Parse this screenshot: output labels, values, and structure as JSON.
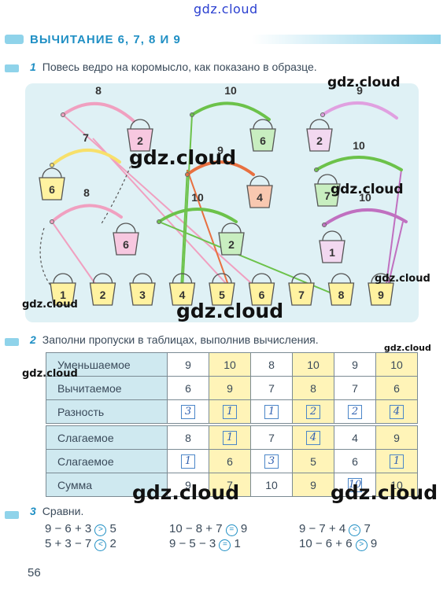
{
  "watermarks": [
    "gdz.cloud"
  ],
  "header": {
    "title": "ВЫЧИТАНИЕ 6, 7, 8 И 9"
  },
  "task1": {
    "num": "1",
    "text": "Повесь ведро на коромысло, как показано в образце."
  },
  "yokes": [
    {
      "label": "8"
    },
    {
      "label": "10"
    },
    {
      "label": "9"
    },
    {
      "label": "7"
    },
    {
      "label": "9"
    },
    {
      "label": "10"
    },
    {
      "label": "8"
    },
    {
      "label": "10"
    },
    {
      "label": "10"
    }
  ],
  "top_buckets": [
    {
      "label": "2"
    },
    {
      "label": "6"
    },
    {
      "label": "2"
    },
    {
      "label": "6"
    },
    {
      "label": "4"
    },
    {
      "label": "7"
    },
    {
      "label": "6"
    },
    {
      "label": "2"
    },
    {
      "label": "1"
    }
  ],
  "bottom_buckets": [
    "1",
    "2",
    "3",
    "4",
    "5",
    "6",
    "7",
    "8",
    "9"
  ],
  "task2": {
    "num": "2",
    "text": "Заполни пропуски в таблицах, выполнив вычисления."
  },
  "table1": {
    "rows": [
      {
        "label": "Уменьшаемое",
        "cells": [
          "9",
          "10",
          "8",
          "10",
          "9",
          "10"
        ],
        "filled": []
      },
      {
        "label": "Вычитаемое",
        "cells": [
          "6",
          "9",
          "7",
          "8",
          "7",
          "6"
        ],
        "filled": []
      },
      {
        "label": "Разность",
        "cells": [
          "3",
          "1",
          "1",
          "2",
          "2",
          "4"
        ],
        "filled": [
          0,
          1,
          2,
          3,
          4,
          5
        ]
      }
    ]
  },
  "table2": {
    "rows": [
      {
        "label": "Слагаемое",
        "cells": [
          "8",
          "1",
          "7",
          "4",
          "4",
          "9"
        ],
        "filled": [
          1,
          3
        ]
      },
      {
        "label": "Слагаемое",
        "cells": [
          "1",
          "6",
          "3",
          "5",
          "6",
          "1"
        ],
        "filled": [
          0,
          2,
          5
        ]
      },
      {
        "label": "Сумма",
        "cells": [
          "9",
          "7",
          "10",
          "9",
          "10",
          "10"
        ],
        "filled": [
          4
        ]
      }
    ]
  },
  "task3": {
    "num": "3",
    "text": "Сравни."
  },
  "comparisons": [
    {
      "left": "9 − 6 + 3",
      "sign": ">",
      "right": "5"
    },
    {
      "left": "10 − 8 + 7",
      "sign": "=",
      "right": "9"
    },
    {
      "left": "9 − 7 + 4",
      "sign": "<",
      "right": "7"
    },
    {
      "left": "5 + 3 − 7",
      "sign": "<",
      "right": "2"
    },
    {
      "left": "9 − 5 − 3",
      "sign": "=",
      "right": "1"
    },
    {
      "left": "10 − 6 + 6",
      "sign": ">",
      "right": "9"
    }
  ],
  "page_number": "56"
}
